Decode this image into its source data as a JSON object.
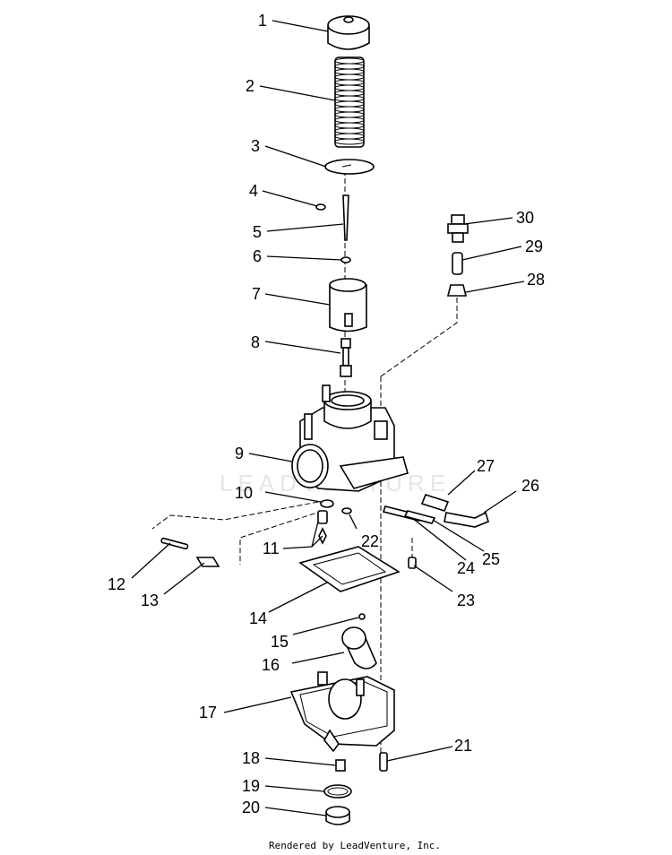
{
  "callouts": [
    {
      "n": "1"
    },
    {
      "n": "2"
    },
    {
      "n": "3"
    },
    {
      "n": "4"
    },
    {
      "n": "5"
    },
    {
      "n": "6"
    },
    {
      "n": "7"
    },
    {
      "n": "8"
    },
    {
      "n": "9"
    },
    {
      "n": "10"
    },
    {
      "n": "11"
    },
    {
      "n": "12"
    },
    {
      "n": "13"
    },
    {
      "n": "14"
    },
    {
      "n": "15"
    },
    {
      "n": "16"
    },
    {
      "n": "17"
    },
    {
      "n": "18"
    },
    {
      "n": "19"
    },
    {
      "n": "20"
    },
    {
      "n": "21"
    },
    {
      "n": "22"
    },
    {
      "n": "23"
    },
    {
      "n": "24"
    },
    {
      "n": "25"
    },
    {
      "n": "26"
    },
    {
      "n": "27"
    },
    {
      "n": "28"
    },
    {
      "n": "29"
    },
    {
      "n": "30"
    }
  ],
  "footer": "Rendered by LeadVenture, Inc.",
  "watermark": "LEADVENTURE"
}
